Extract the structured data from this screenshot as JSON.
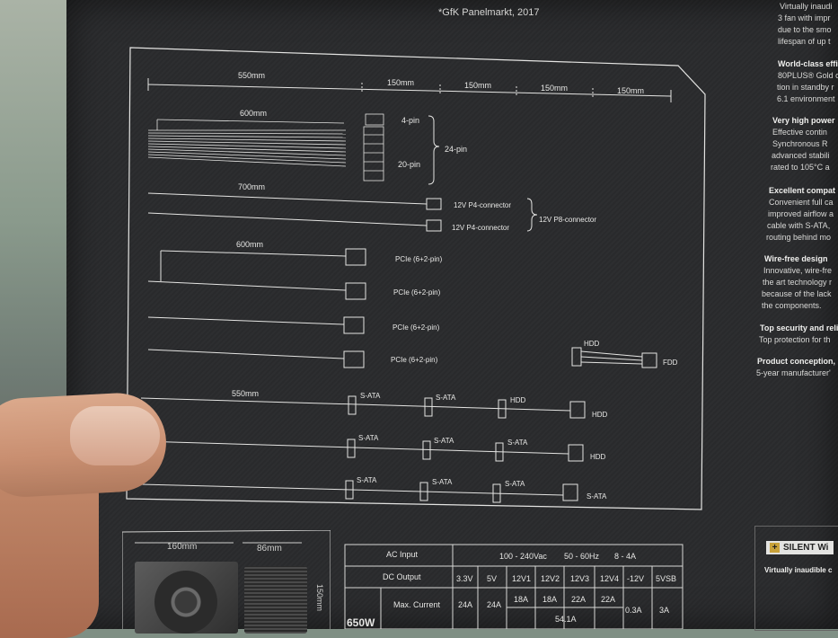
{
  "header_note": "*GfK Panelmarkt, 2017",
  "diagram": {
    "length_labels": [
      "550mm",
      "150mm",
      "150mm",
      "150mm",
      "150mm"
    ],
    "atx": {
      "length": "600mm",
      "pin4": "4-pin",
      "pin24": "24-pin",
      "pin20": "20-pin"
    },
    "cpu": {
      "length": "700mm",
      "conn1": "12V P4-connector",
      "conn2": "12V P4-connector",
      "group": "12V P8-connector"
    },
    "pcie": {
      "length": "600mm",
      "labels": [
        "PCIe (6+2-pin)",
        "PCIe (6+2-pin)",
        "PCIe (6+2-pin)",
        "PCIe (6+2-pin)"
      ]
    },
    "hdd_fdd": {
      "hdd": "HDD",
      "fdd": "FDD"
    },
    "sata_row1": {
      "length": "550mm",
      "s1": "S-ATA",
      "s2": "S-ATA",
      "hdd": "HDD",
      "end": "HDD"
    },
    "sata_row2": {
      "s1": "S-ATA",
      "s2": "S-ATA",
      "s3": "S-ATA",
      "end": "HDD"
    },
    "sata_row3": {
      "s1": "S-ATA",
      "s2": "S-ATA",
      "s3": "S-ATA",
      "end": "S-ATA"
    }
  },
  "right_column": {
    "lines": [
      {
        "text": "Virtually inaudi",
        "bold": false
      },
      {
        "text": "3 fan with impr",
        "bold": false
      },
      {
        "text": "due to the smo",
        "bold": false
      },
      {
        "text": "lifespan of up t",
        "bold": false
      },
      {
        "text": "World-class effi",
        "bold": true
      },
      {
        "text": "80PLUS® Gold c",
        "bold": false
      },
      {
        "text": "tion in standby r",
        "bold": false
      },
      {
        "text": "6.1 environment",
        "bold": false
      },
      {
        "text": "Very high power",
        "bold": true
      },
      {
        "text": "Effective contin",
        "bold": false
      },
      {
        "text": "Synchronous R",
        "bold": false
      },
      {
        "text": "advanced stabili",
        "bold": false
      },
      {
        "text": "rated to 105°C a",
        "bold": false
      },
      {
        "text": "Excellent compat",
        "bold": true
      },
      {
        "text": "Convenient full ca",
        "bold": false
      },
      {
        "text": "improved airflow a",
        "bold": false
      },
      {
        "text": "cable with S-ATA,",
        "bold": false
      },
      {
        "text": "routing behind mo",
        "bold": false
      },
      {
        "text": "Wire-free design",
        "bold": true
      },
      {
        "text": "Innovative, wire-fre",
        "bold": false
      },
      {
        "text": "the art technology r",
        "bold": false
      },
      {
        "text": "because of the lack",
        "bold": false
      },
      {
        "text": "the components.",
        "bold": false
      },
      {
        "text": "Top security and reli",
        "bold": true
      },
      {
        "text": "Top protection for th",
        "bold": false
      },
      {
        "text": "Product conception,",
        "bold": true
      },
      {
        "text": "5-year manufacturer'",
        "bold": false
      }
    ]
  },
  "dimensions": {
    "width": "160mm",
    "depth": "86mm",
    "height": "150mm"
  },
  "specs": {
    "ac_input_label": "AC Input",
    "ac_input_values": [
      "100 - 240Vac",
      "50 - 60Hz",
      "8 - 4A"
    ],
    "dc_output_label": "DC Output",
    "dc_rails": [
      "3.3V",
      "5V",
      "12V1",
      "12V2",
      "12V3",
      "12V4",
      "-12V",
      "5VSB"
    ],
    "max_current_label": "Max. Current",
    "max_current": [
      "24A",
      "24A",
      "18A",
      "18A",
      "22A",
      "22A",
      "0.3A",
      "3A"
    ],
    "combined": "54.1A",
    "wattage": "650W"
  },
  "silent_badge": {
    "label": "SILENT Wi",
    "plus": "+",
    "sub": "Virtually inaudible c"
  }
}
